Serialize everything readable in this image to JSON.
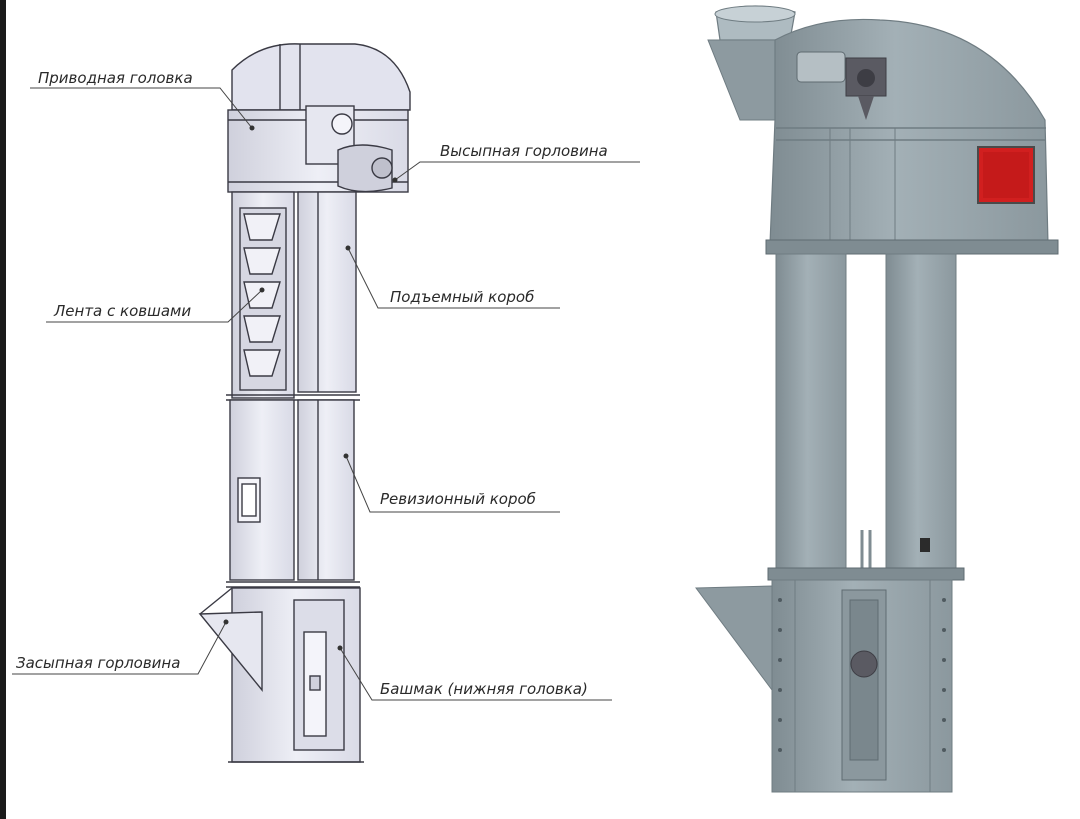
{
  "labels": {
    "drive_head": "Приводная головка",
    "discharge_neck": "Высыпная горловина",
    "lift_box": "Подъемный короб",
    "bucket_belt": "Лента с ковшами",
    "inspection_box": "Ревизионный короб",
    "intake_neck": "Засыпная горловина",
    "boot": "Башмак (нижняя головка)"
  },
  "colors": {
    "diagram_fill": "#e9eaf2",
    "diagram_line": "#3a3a44",
    "elevator_steel": "#98a5ab",
    "elevator_shadow": "#6f7c82",
    "red_hatch": "#d11f1f",
    "bucket_dark": "#5a5a62"
  }
}
